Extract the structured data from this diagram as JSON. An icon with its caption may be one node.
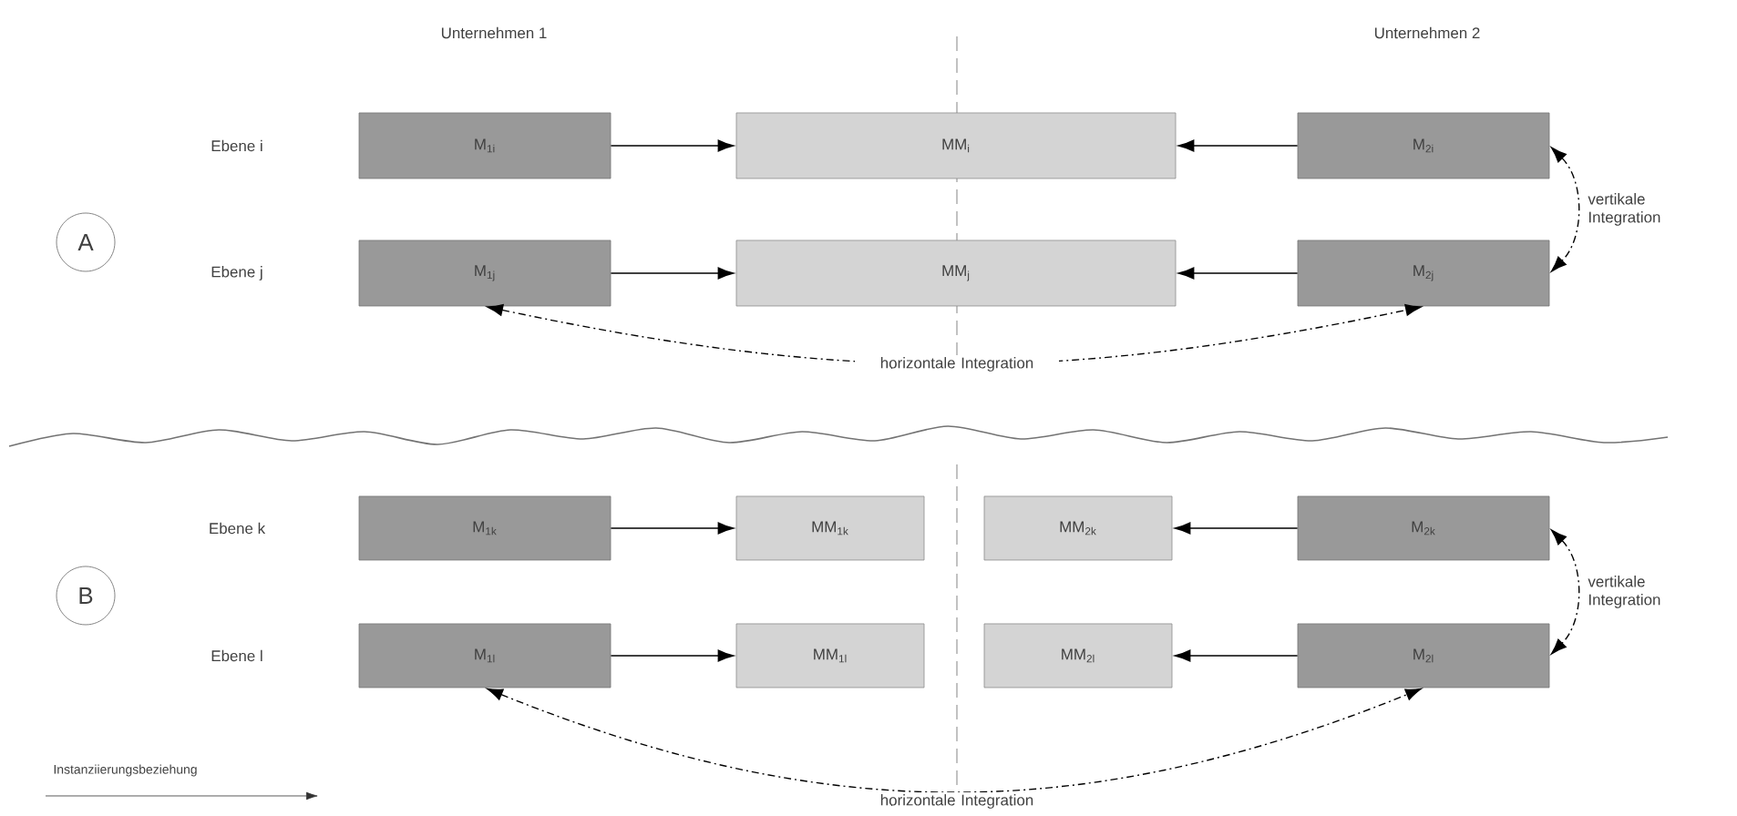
{
  "diagram": {
    "nodes": [
      {
        "text": [
          "A"
        ]
      },
      {
        "text": [
          "M$_{1i}$"
        ]
      },
      {
        "text": [
          "MM$_{i}$"
        ]
      },
      {
        "text": [
          "M$_{2i}$"
        ]
      },
      {
        "text": [
          "M$_{1j}$"
        ]
      },
      {
        "text": [
          "MM$_{j}$"
        ]
      },
      {
        "text": [
          "M$_{2j}$"
        ]
      },
      {
        "text": [
          "B"
        ]
      },
      {
        "text": [
          "M$_{1k}$"
        ]
      },
      {
        "text": [
          "MM$_{1k}$"
        ]
      },
      {
        "text": [
          "MM$_{2k}$"
        ]
      },
      {
        "text": [
          "M$_{2k}$"
        ]
      },
      {
        "text": [
          "M$_{1l}$"
        ]
      },
      {
        "text": [
          "MM$_{1l}$"
        ]
      },
      {
        "text": [
          "MM$_{2l}$"
        ]
      },
      {
        "text": [
          "M$_{2l}$"
        ]
      }
    ],
    "edges": [
      {
        "from": 1,
        "to": 2,
        "arrow": "to"
      },
      {
        "from": 3,
        "to": 2,
        "arrow": "to"
      },
      {
        "from": 4,
        "to": 5,
        "arrow": "to"
      },
      {
        "from": 6,
        "to": 5,
        "arrow": "to"
      },
      {
        "from": 3,
        "to": 6,
        "arrow": "both",
        "style": "dashed",
        "label": "vertikale Integration"
      },
      {
        "from": 4,
        "to": 6,
        "arrow": "both",
        "style": "dashed",
        "label": "horizontale Integration"
      },
      {
        "from": 8,
        "to": 9,
        "arrow": "to"
      },
      {
        "from": 11,
        "to": 10,
        "arrow": "to"
      },
      {
        "from": 12,
        "to": 13,
        "arrow": "to"
      },
      {
        "from": 15,
        "to": 14,
        "arrow": "to"
      },
      {
        "from": 11,
        "to": 15,
        "arrow": "both",
        "style": "dashed",
        "label": "vertikale Integration"
      },
      {
        "from": 12,
        "to": 15,
        "arrow": "both",
        "style": "dashed",
        "label": "horizontale Integration"
      }
    ],
    "labels": [
      "Unternehmen 1",
      "Unternehmen 2",
      "Ebene i",
      "Ebene j",
      "Ebene k",
      "Ebene l"
    ],
    "legend": [
      {
        "text": "Instanziierungsbeziehung"
      }
    ]
  }
}
